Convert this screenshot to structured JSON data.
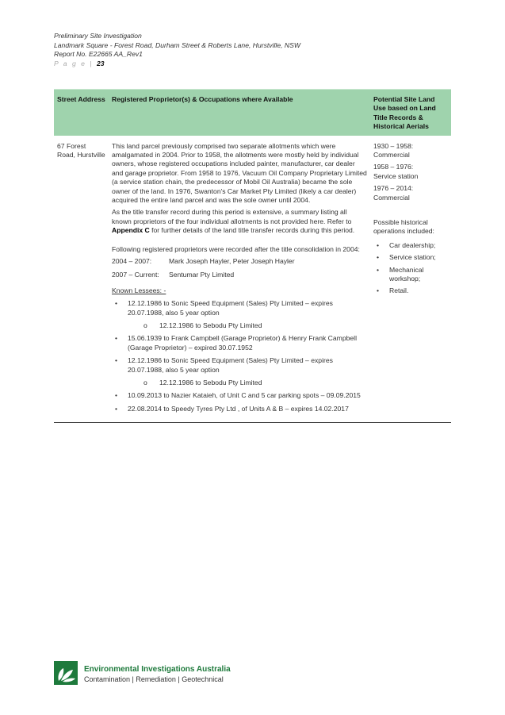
{
  "header": {
    "line1": "Preliminary Site Investigation",
    "line2": "Landmark Square - Forest Road, Durham Street & Roberts Lane, Hurstville, NSW",
    "line3": "Report No. E22665 AA_Rev1",
    "page_label": "P a g e",
    "page_sep": " | ",
    "page_number": "23"
  },
  "table": {
    "columns": [
      "Street Address",
      "Registered Proprietor(s) & Occupations where Available",
      "Potential Site Land Use based on Land Title Records & Historical Aerials"
    ],
    "address": "67 Forest Road, Hurstville",
    "para1": "This land parcel previously comprised two separate allotments which were amalgamated in 2004. Prior to 1958, the allotments were mostly held by individual owners, whose registered occupations included painter, manufacturer, car dealer and garage proprietor. From 1958 to 1976, Vacuum Oil Company Proprietary Limited (a service station chain, the predecessor of Mobil Oil Australia) became the sole owner of the land. In 1976, Swanton's Car Market Pty Limited (likely a car dealer) acquired the entire land parcel and was the sole owner until 2004.",
    "para2a": "As the title transfer record during this period is extensive, a summary listing all known proprietors of the four individual allotments is not provided here. Refer to ",
    "para2b": "Appendix C",
    "para2c": " for further details of the land title transfer records during this period.",
    "para3": "Following registered proprietors were recorded after the title consolidation in 2004:",
    "owners": [
      {
        "period": "2004 – 2007:",
        "name": "Mark Joseph Hayler, Peter Joseph Hayler"
      },
      {
        "period": "2007 – Current:",
        "name": "Sentumar Pty Limited"
      }
    ],
    "lessees_title": "Known Lessees: -",
    "lessees": [
      "12.12.1986 to Sonic Speed Equipment (Sales) Pty Limited – expires 20.07.1988, also 5 year option",
      "12.12.1986 to Sebodu Pty Limited",
      "15.06.1939 to Frank Campbell (Garage Proprietor) & Henry Frank Campbell (Garage Proprietor) – expired 30.07.1952",
      "12.12.1986 to Sonic Speed Equipment (Sales) Pty Limited – expires 20.07.1988, also 5 year option",
      "12.12.1986 to Sebodu Pty Limited",
      "10.09.2013 to Nazier Kataieh, of Unit C and 5 car parking spots – 09.09.2015",
      "22.08.2014 to Speedy Tyres Pty Ltd , of Units A & B – expires 14.02.2017"
    ],
    "uses": [
      {
        "period": "1930 – 1958:",
        "use": "Commercial"
      },
      {
        "period": "1958 – 1976:",
        "use": "Service station"
      },
      {
        "period": "1976 – 2014:",
        "use": "Commercial"
      }
    ],
    "ops_title": "Possible historical operations included:",
    "ops": [
      "Car dealership;",
      "Service station;",
      "Mechanical workshop;",
      "Retail."
    ]
  },
  "footer": {
    "company": "Environmental Investigations Australia",
    "tagline": "Contamination | Remediation | Geotechnical"
  },
  "colors": {
    "header_bg": "#9fd3ad",
    "brand": "#1e7a3c"
  }
}
